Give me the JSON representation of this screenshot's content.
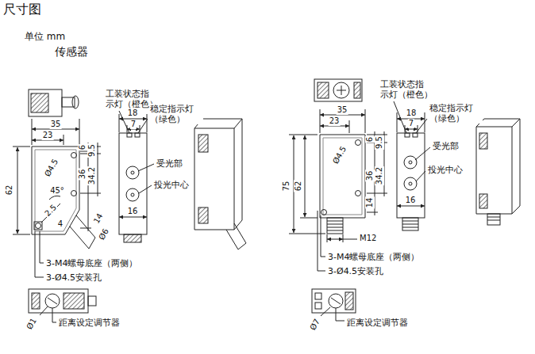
{
  "diagram": {
    "title": "尺寸图",
    "labels": [
      "单位 mm",
      "传感器",
      "工装状态指 示灯（橙色）",
      "稳定指示灯 （绿色）",
      "受光部",
      "投光中心",
      "35",
      "23",
      "6",
      "9.5",
      "36",
      "34.2",
      "62",
      "Ø4.5",
      "45°",
      "2.5",
      "4",
      "14",
      "Ø6",
      "18",
      "7",
      "16",
      "3-M4螺母底座（两侧）",
      "3-Ø4.5安装孔",
      "Ø1",
      "距离设定调节器",
      "工装状态指 示灯（橙色）",
      "稳定指示灯 （绿色）",
      "受光部",
      "投光中心",
      "35",
      "23",
      "6",
      "9.5",
      "36",
      "34.2",
      "14",
      "75",
      "62",
      "Ø4.5",
      "18",
      "7",
      "16",
      "M12",
      "3-M4螺母底座（两侧）",
      "3-Ø4.5安装孔",
      "Ø7",
      "距离设定调节器"
    ]
  }
}
